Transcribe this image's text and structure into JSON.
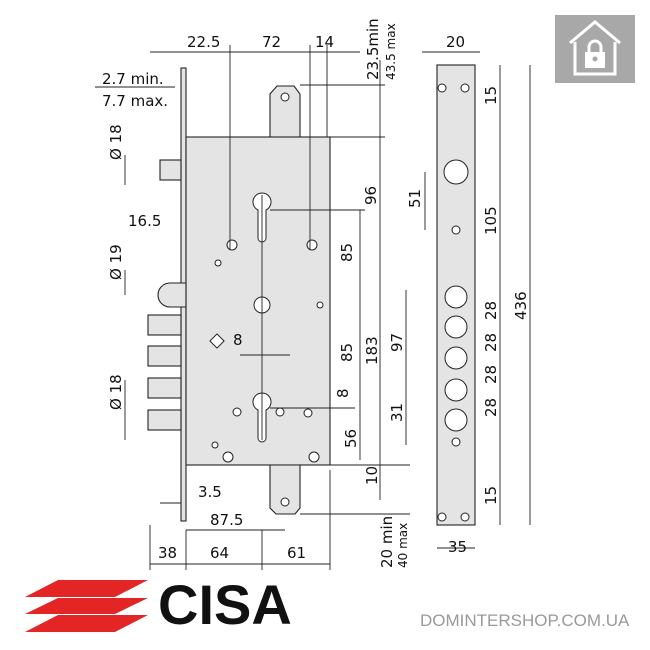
{
  "brand": {
    "name": "CISA",
    "website": "DOMINTERSHOP.COM.UA",
    "logo_color": "#e32526"
  },
  "icons": {
    "badge": "home-lock-icon",
    "badge_color": "#a8a8a8"
  },
  "lock_dimensions": {
    "top_22_5": "22.5",
    "top_72": "72",
    "top_14": "14",
    "top_min": "23.5min",
    "top_max": "43.5 max",
    "offset_min": "2.7 min.",
    "offset_max": "7.7 max.",
    "dia18_top": "Ø 18",
    "d16_5": "16.5",
    "dia19": "Ø 19",
    "sq8": "8",
    "dia18_bottom": "Ø 18",
    "v96": "96",
    "v85a": "85",
    "v85b": "85",
    "v183": "183",
    "v97": "97",
    "v8": "8",
    "v56": "56",
    "v31": "31",
    "v10": "10",
    "h3_5": "3.5",
    "h87_5": "87.5",
    "b38": "38",
    "b64": "64",
    "b61": "61",
    "bot_min": "20 min",
    "bot_max": "40 max"
  },
  "strike_dimensions": {
    "w20": "20",
    "t15": "15",
    "v51": "51",
    "v105": "105",
    "p28": [
      "28",
      "28",
      "28",
      "28"
    ],
    "total436": "436",
    "b15": "15",
    "w35": "35"
  }
}
